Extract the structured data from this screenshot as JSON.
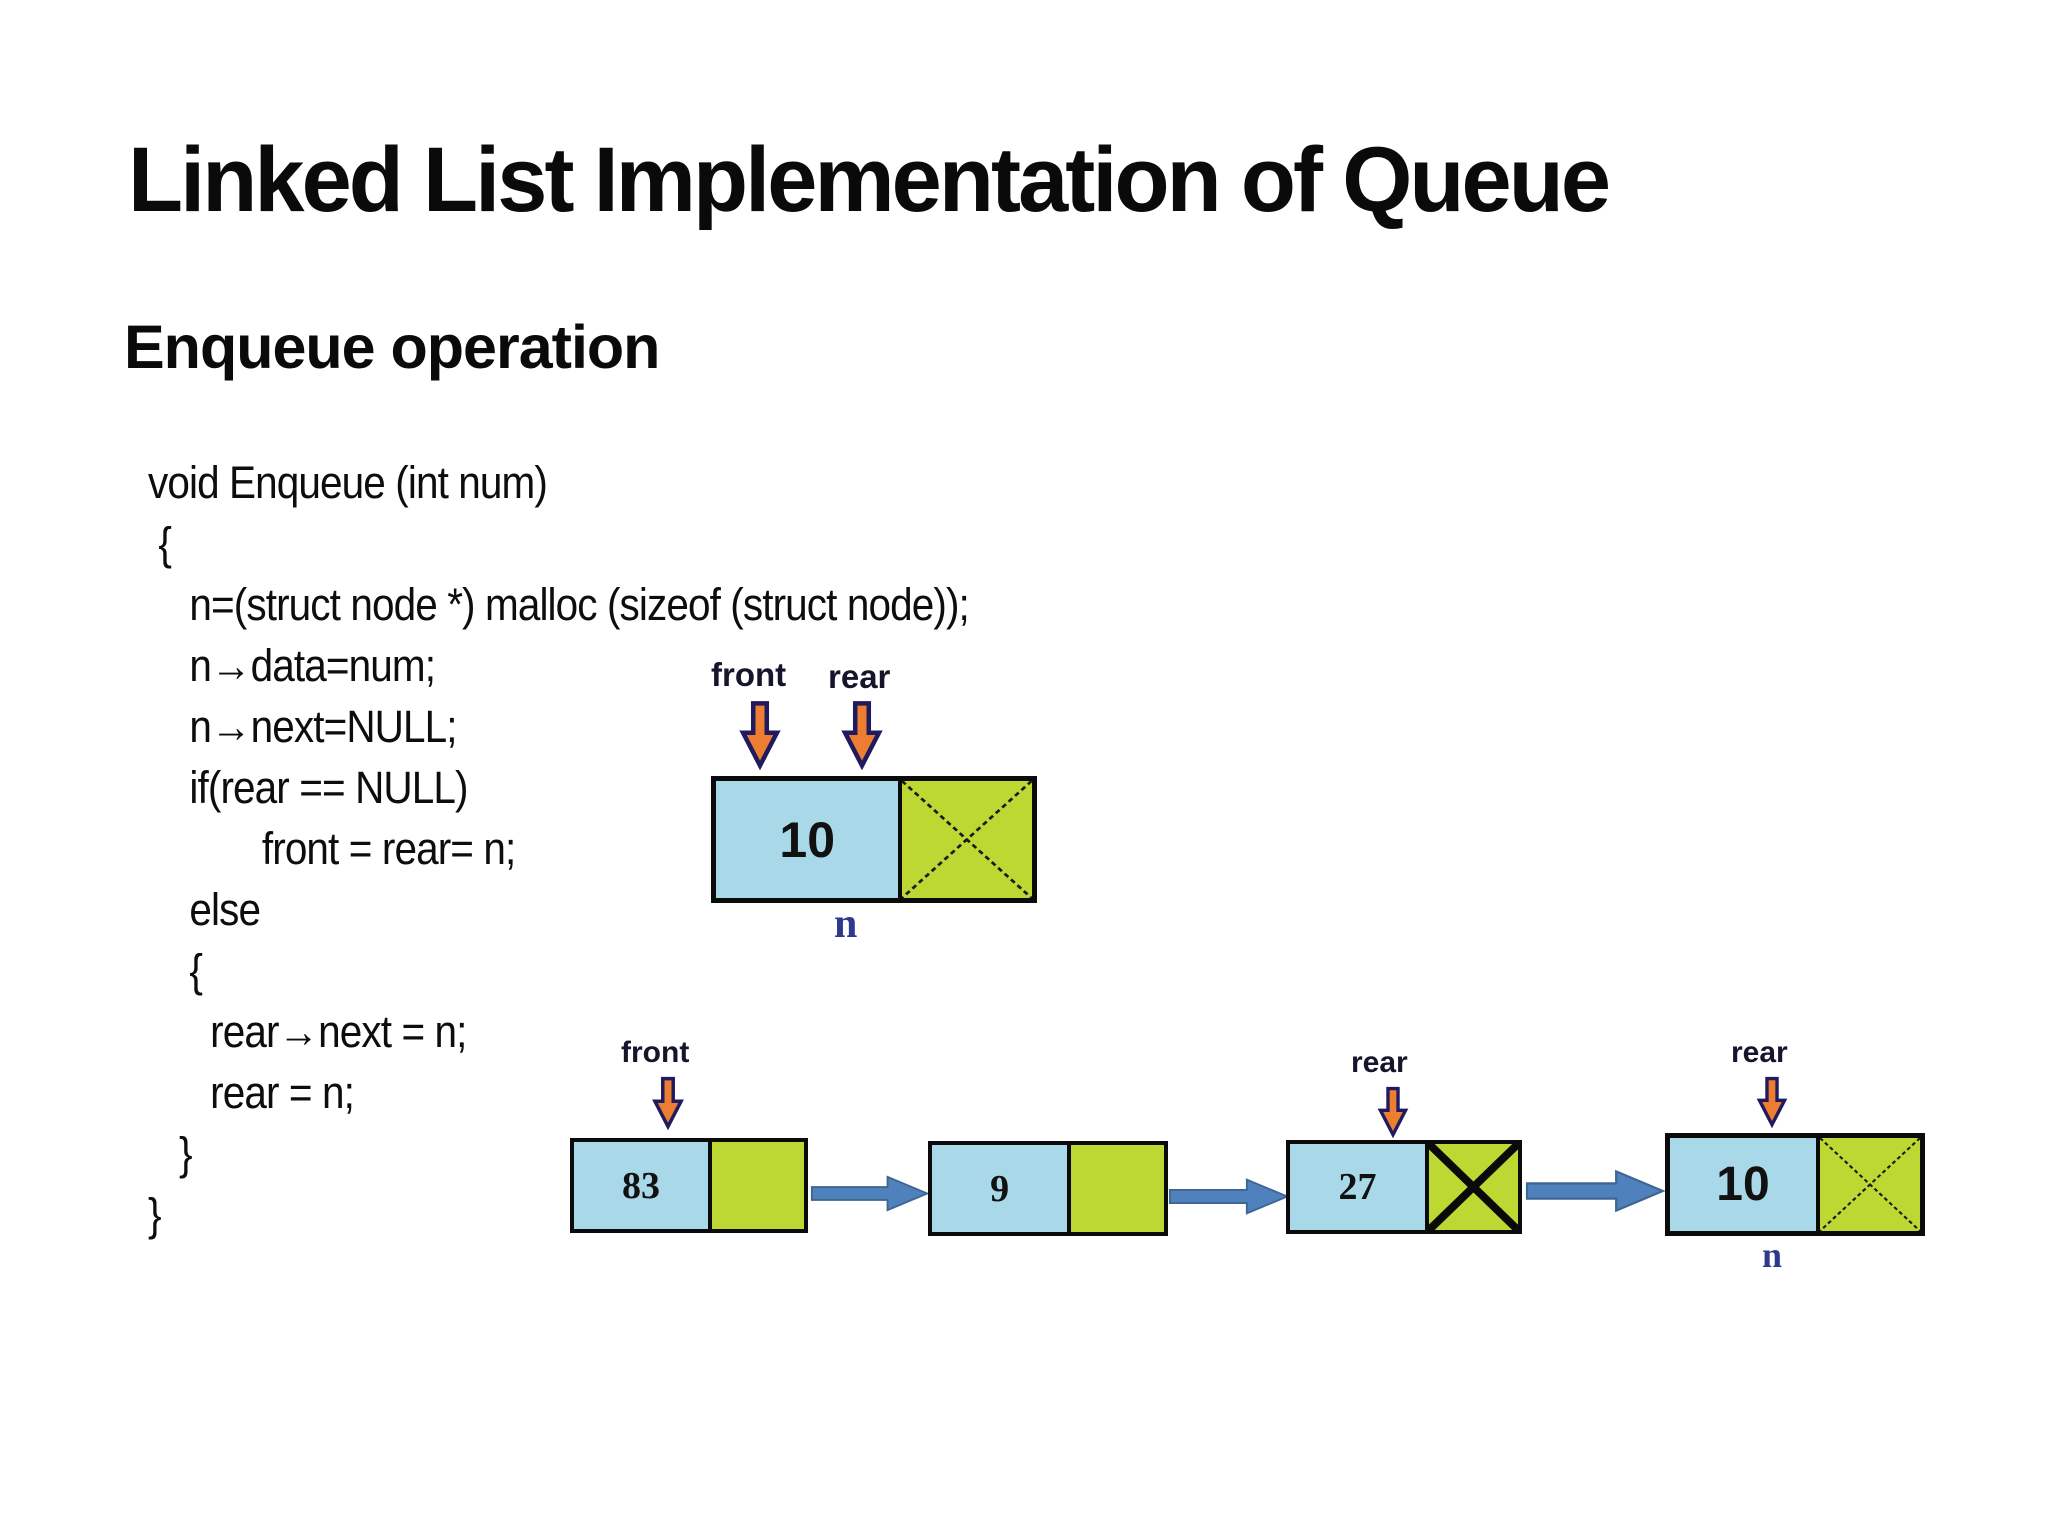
{
  "slide": {
    "title": "Linked List Implementation of Queue",
    "subtitle": "Enqueue operation",
    "code": "void Enqueue (int num)\n {\n    n=(struct node *) malloc (sizeof (struct node));\n    n→data=num;\n    n→next=NULL;\n    if(rear == NULL)\n           front = rear= n;\n    else\n    {\n      rear→next = n;\n      rear = n;\n   }\n}"
  },
  "single_node_diagram": {
    "front_label": "front",
    "rear_label": "rear",
    "node_value": "10",
    "node_label": "n",
    "next_crossed": true
  },
  "list_diagram": {
    "front_label": "front",
    "nodes": [
      {
        "value": "83",
        "crossed": false
      },
      {
        "value": "9",
        "crossed": false
      },
      {
        "value": "27",
        "crossed": true,
        "pointer_label": "rear"
      },
      {
        "value": "10",
        "crossed": true,
        "pointer_label": "rear",
        "node_label": "n"
      }
    ]
  },
  "colors": {
    "node_fill_blue": "#a9d8e8",
    "node_fill_green": "#bdd733",
    "pointer_arrow_fill": "#ed7d31",
    "pointer_arrow_outline": "#1f1b5e",
    "link_arrow_fill": "#4f81bd",
    "label_navy": "#2d3a8c"
  }
}
